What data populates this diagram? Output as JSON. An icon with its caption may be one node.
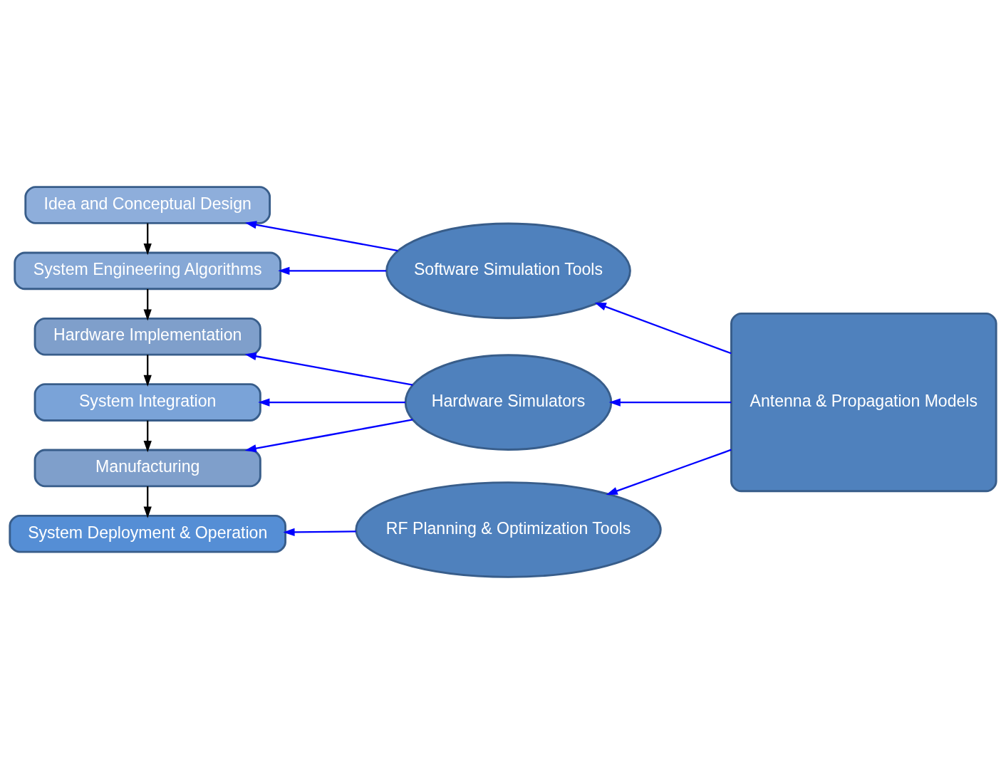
{
  "diagram": {
    "nodes": [
      {
        "text": [
          "Idea and Conceptual Design"
        ]
      },
      {
        "text": [
          "System Engineering Algorithms"
        ]
      },
      {
        "text": [
          "Hardware Implementation"
        ]
      },
      {
        "text": [
          "System Integration"
        ]
      },
      {
        "text": [
          "Manufacturing"
        ]
      },
      {
        "text": [
          "System Deployment & Operation"
        ]
      },
      {
        "text": [
          "Software Simulation Tools"
        ]
      },
      {
        "text": [
          "Hardware Simulators"
        ]
      },
      {
        "text": [
          "Antenna & Propagation Models"
        ]
      },
      {
        "text": [
          "RF Planning & Optimization Tools"
        ]
      }
    ],
    "edges": [
      {
        "from": 0,
        "to": 1,
        "arrow": "to",
        "color": "#000000"
      },
      {
        "from": 1,
        "to": 2,
        "arrow": "to",
        "color": "#000000"
      },
      {
        "from": 2,
        "to": 3,
        "arrow": "to",
        "color": "#000000"
      },
      {
        "from": 3,
        "to": 4,
        "arrow": "to",
        "color": "#000000"
      },
      {
        "from": 4,
        "to": 5,
        "arrow": "to",
        "color": "#000000"
      },
      {
        "from": 6,
        "to": 0,
        "arrow": "to"
      },
      {
        "from": 6,
        "to": 1,
        "arrow": "to"
      },
      {
        "from": 7,
        "to": 2,
        "arrow": "to"
      },
      {
        "from": 7,
        "to": 3,
        "arrow": "to"
      },
      {
        "from": 7,
        "to": 4,
        "arrow": "to"
      },
      {
        "from": 8,
        "to": 6,
        "arrow": "to"
      },
      {
        "from": 8,
        "to": 7,
        "arrow": "to"
      },
      {
        "from": 8,
        "to": 9,
        "arrow": "to"
      },
      {
        "from": 9,
        "to": 5,
        "arrow": "to"
      }
    ]
  }
}
